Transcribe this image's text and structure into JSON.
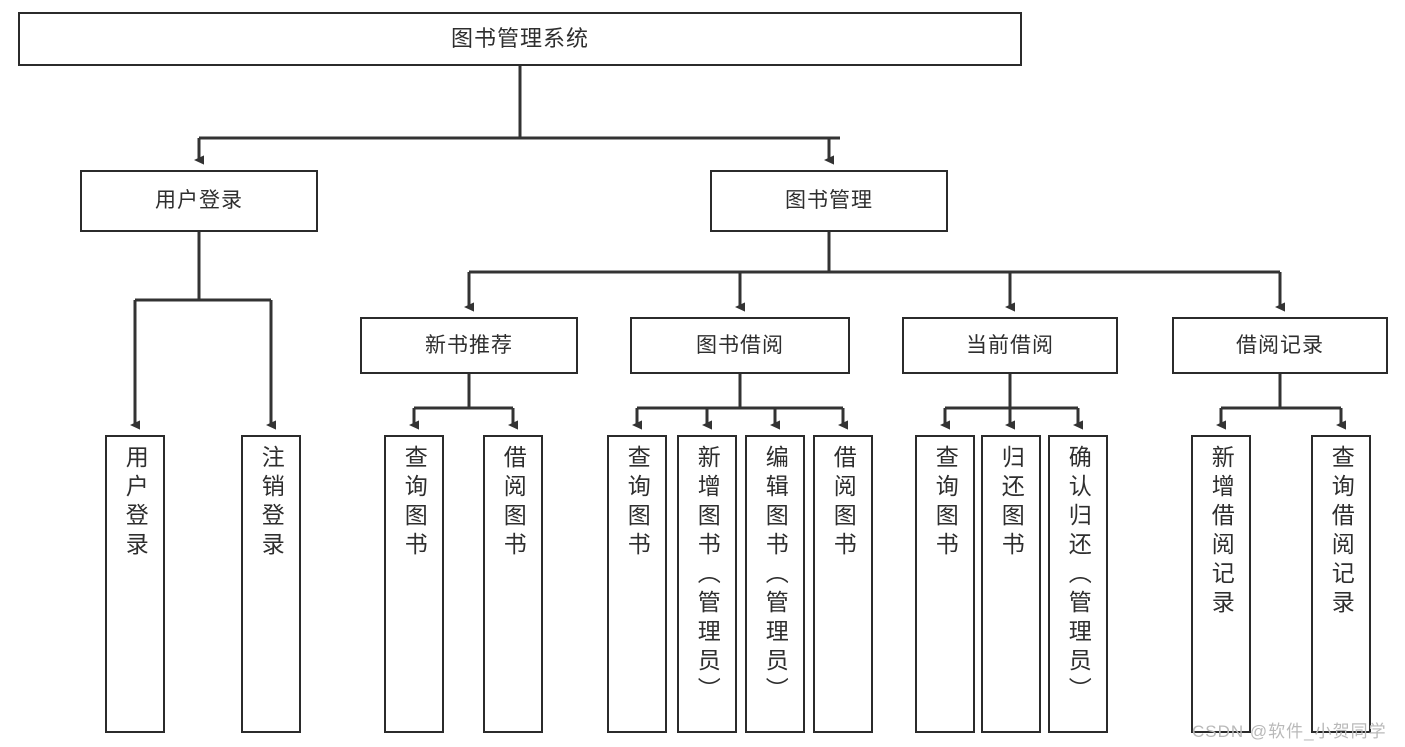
{
  "diagram": {
    "type": "tree",
    "title": "图书管理系统",
    "root": {
      "label": "图书管理系统"
    },
    "level2": [
      {
        "id": "user-login",
        "label": "用户登录"
      },
      {
        "id": "book-management",
        "label": "图书管理"
      }
    ],
    "level3": [
      {
        "id": "new-book-recommend",
        "label": "新书推荐",
        "parent": "book-management"
      },
      {
        "id": "book-borrow",
        "label": "图书借阅",
        "parent": "book-management"
      },
      {
        "id": "current-borrow",
        "label": "当前借阅",
        "parent": "book-management"
      },
      {
        "id": "borrow-record",
        "label": "借阅记录",
        "parent": "book-management"
      }
    ],
    "leaves": [
      {
        "id": "leaf-user-login",
        "label": "用户登录",
        "parent": "user-login"
      },
      {
        "id": "leaf-logout-login",
        "label": "注销登录",
        "parent": "user-login"
      },
      {
        "id": "leaf-query-book-1",
        "label": "查询图书",
        "parent": "new-book-recommend"
      },
      {
        "id": "leaf-borrow-book-1",
        "label": "借阅图书",
        "parent": "new-book-recommend"
      },
      {
        "id": "leaf-query-book-2",
        "label": "查询图书",
        "parent": "book-borrow"
      },
      {
        "id": "leaf-add-book-admin",
        "label": "新增图书（管理员）",
        "parent": "book-borrow"
      },
      {
        "id": "leaf-edit-book-admin",
        "label": "编辑图书（管理员）",
        "parent": "book-borrow"
      },
      {
        "id": "leaf-borrow-book-2",
        "label": "借阅图书",
        "parent": "book-borrow"
      },
      {
        "id": "leaf-query-book-3",
        "label": "查询图书",
        "parent": "current-borrow"
      },
      {
        "id": "leaf-return-book",
        "label": "归还图书",
        "parent": "current-borrow"
      },
      {
        "id": "leaf-confirm-return",
        "label": "确认归还（管理员）",
        "parent": "current-borrow"
      },
      {
        "id": "leaf-add-record",
        "label": "新增借阅记录",
        "parent": "borrow-record"
      },
      {
        "id": "leaf-query-record",
        "label": "查询借阅记录",
        "parent": "borrow-record"
      }
    ]
  },
  "watermark": {
    "text": "CSDN @软件_小贺同学"
  },
  "colors": {
    "box_border": "#2b2b2b",
    "box_fill": "#ffffff",
    "connector": "#333333",
    "text": "#2e2e2e",
    "watermark": "#b9b9b9",
    "background": "#ffffff"
  }
}
